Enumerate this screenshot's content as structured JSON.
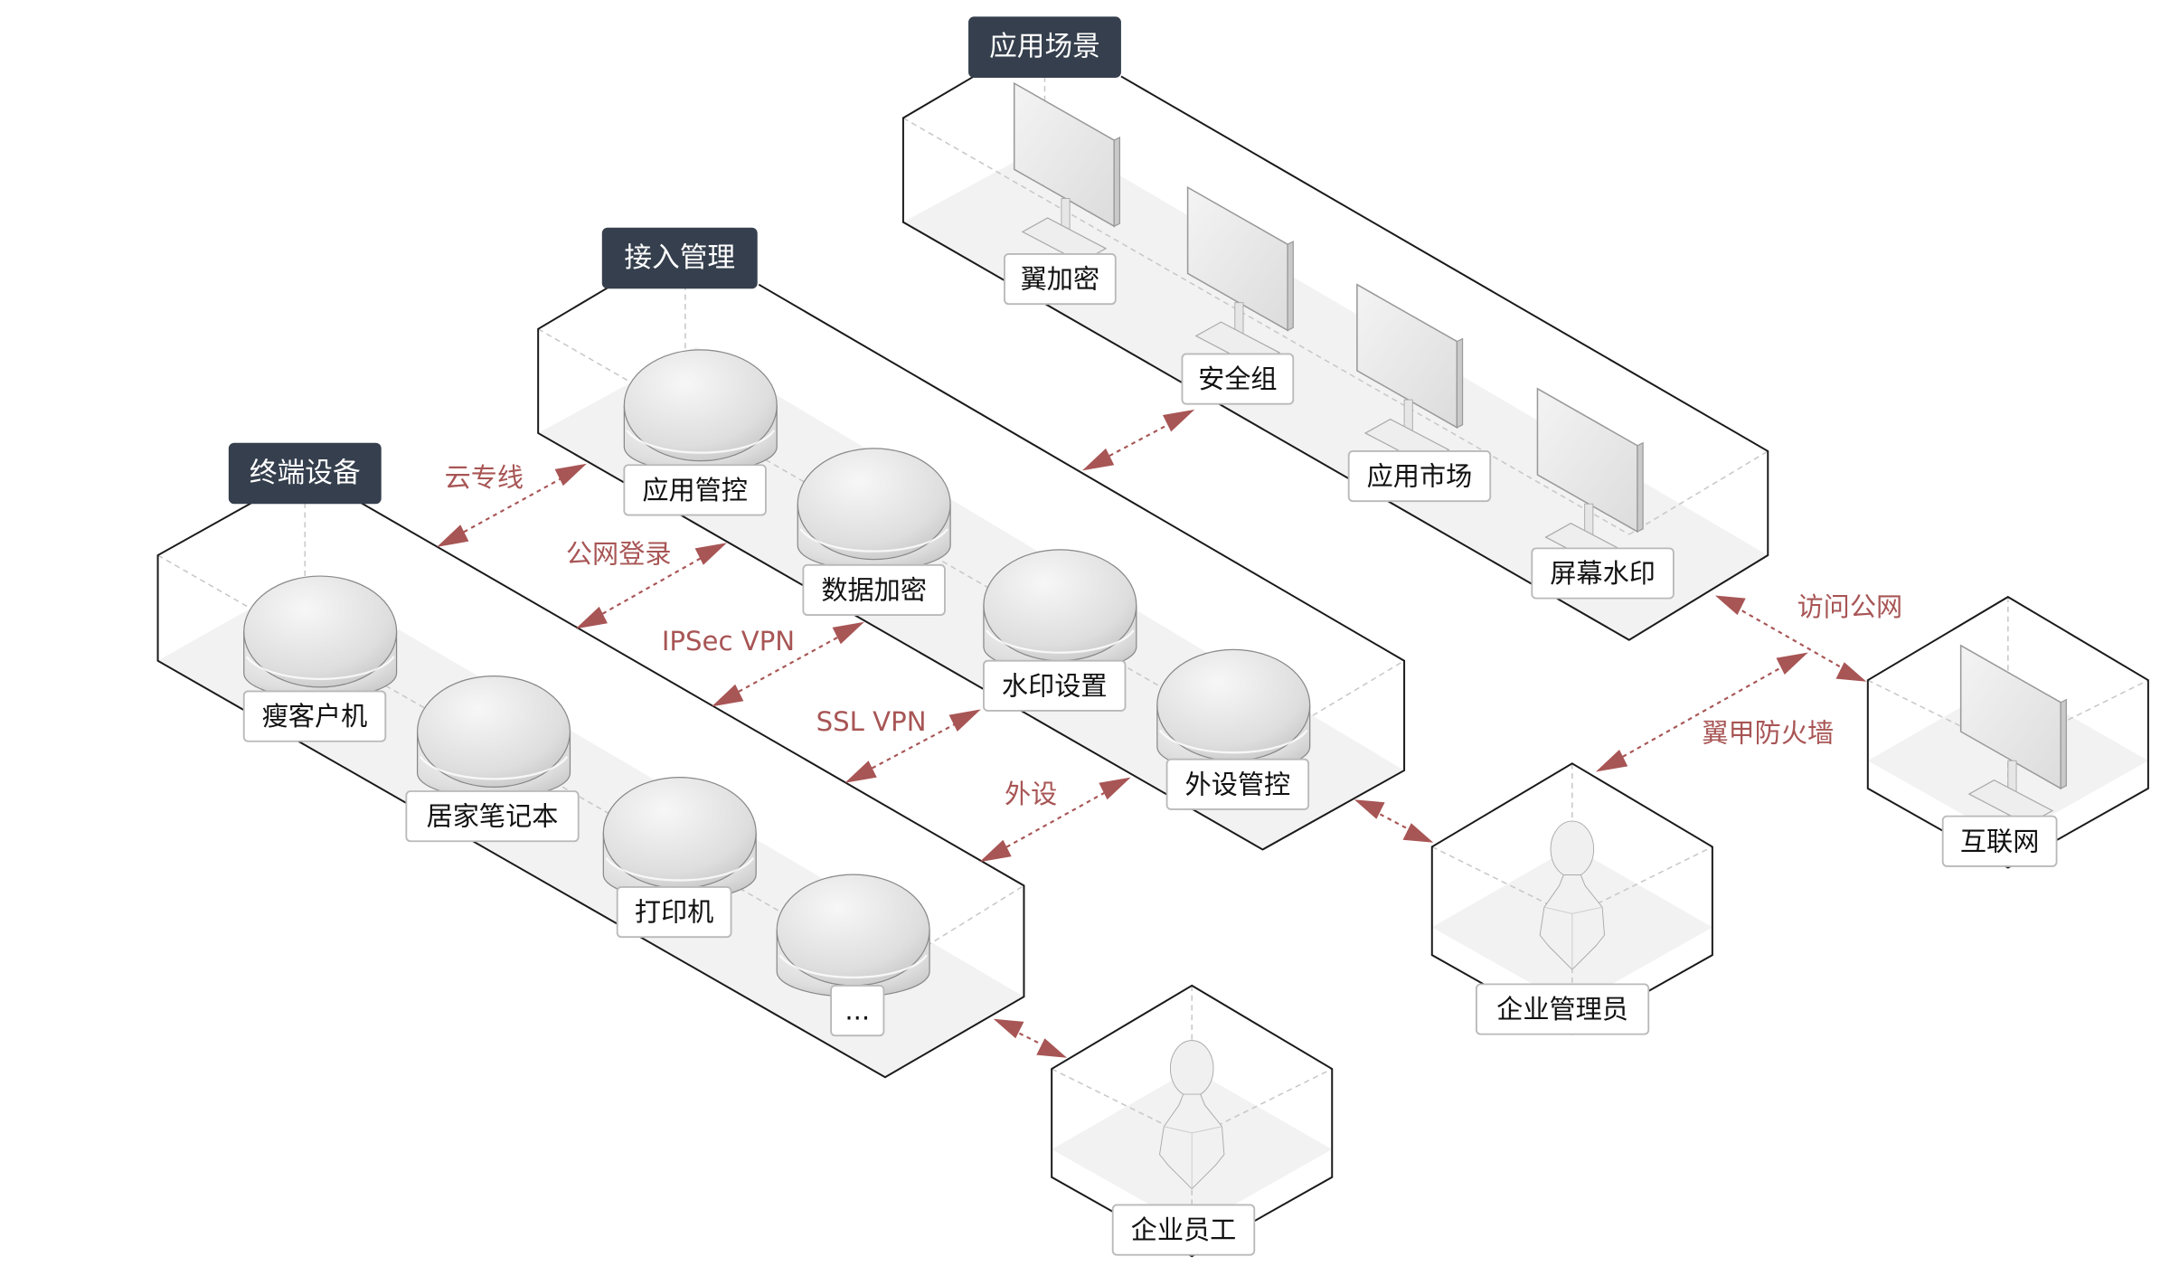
{
  "groups": {
    "terminal": "终端设备",
    "access": "接入管理",
    "apps": "应用场景"
  },
  "terminal_items": [
    "瘦客户机",
    "居家笔记本",
    "打印机",
    "..."
  ],
  "access_items": [
    "应用管控",
    "数据加密",
    "水印设置",
    "外设管控"
  ],
  "app_items": [
    "翼加密",
    "安全组",
    "应用市场",
    "屏幕水印"
  ],
  "nodes": {
    "admin": "企业管理员",
    "employee": "企业员工",
    "internet": "互联网"
  },
  "connections": {
    "cloud_line": "云专线",
    "public_login": "公网登录",
    "ipsec": "IPSec VPN",
    "ssl": "SSL VPN",
    "peripheral": "外设",
    "public_access": "访问公网",
    "firewall": "翼甲防火墙"
  },
  "colors": {
    "accent": "#a85555",
    "group_bg": "#353f4d"
  }
}
